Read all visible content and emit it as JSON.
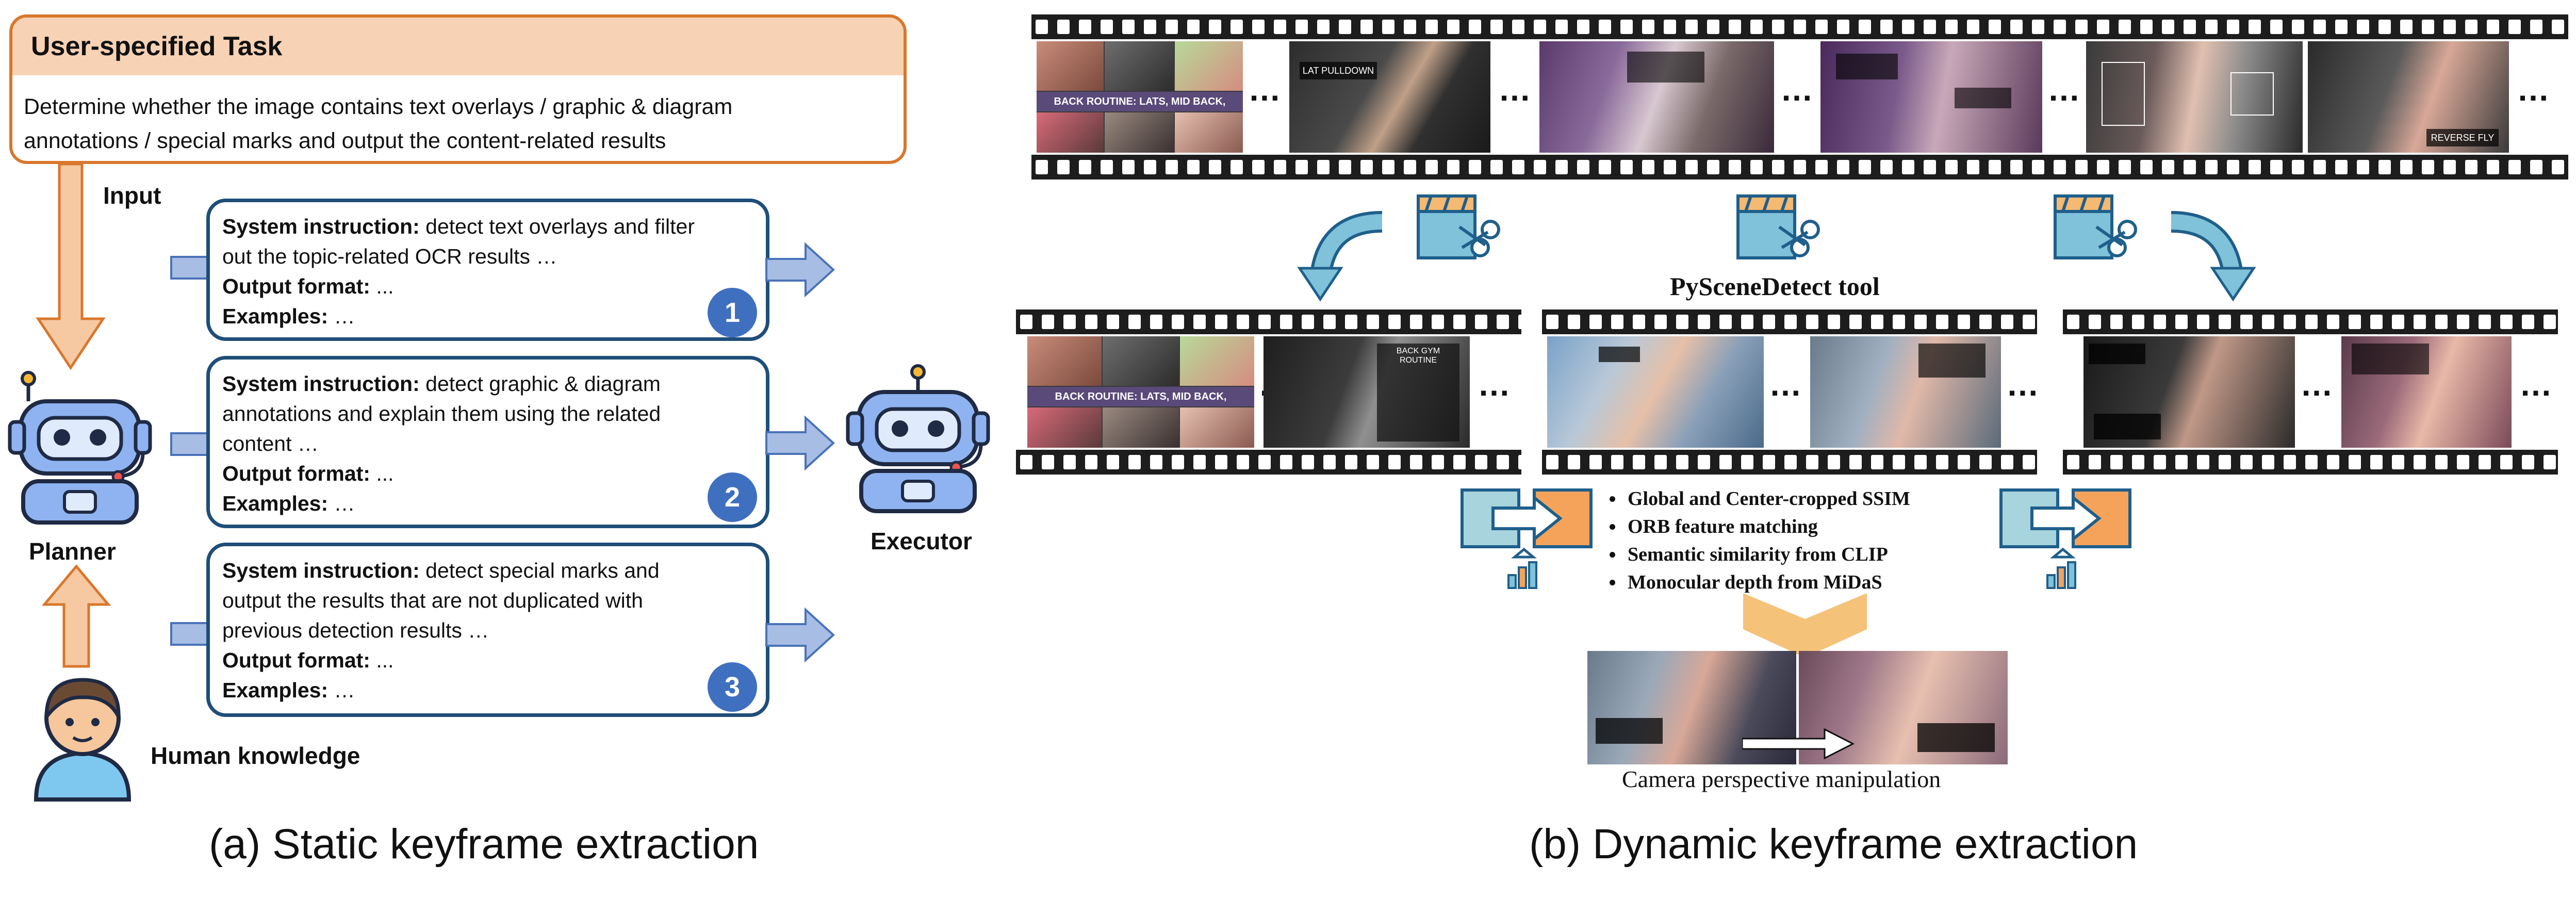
{
  "static_panel": {
    "task_title": "User-specified Task",
    "task_line1": "Determine whether the image contains text overlays / graphic & diagram",
    "task_line2": "annotations / special marks and output the content-related results",
    "input_label": "Input",
    "planner_label": "Planner",
    "executor_label": "Executor",
    "human_label": "Human knowledge",
    "instructions": [
      {
        "prefix": "System instruction:",
        "line1": "detect text overlays and filter",
        "line2": "out the topic-related OCR results …",
        "output_label": "Output format:",
        "output_value": "...",
        "examples_label": "Examples:",
        "examples_value": "…",
        "number": "1"
      },
      {
        "prefix": "System instruction:",
        "line1": "detect graphic & diagram",
        "line2": "annotations and explain them using the related",
        "line3": "content …",
        "output_label": "Output format:",
        "output_value": "...",
        "examples_label": "Examples:",
        "examples_value": "…",
        "number": "2"
      },
      {
        "prefix": "System instruction:",
        "line1": "detect special marks and",
        "line2": "output the results that are not duplicated with",
        "line3": "previous detection results …",
        "output_label": "Output format:",
        "output_value": "...",
        "examples_label": "Examples:",
        "examples_value": "…",
        "number": "3"
      }
    ],
    "caption": "(a) Static keyframe extraction"
  },
  "dynamic_panel": {
    "ellipsis": "…",
    "frames_top": {
      "f1_caption": "BACK ROUTINE: LATS, MID BACK,",
      "f2_caption": "LAT PULLDOWN",
      "f3_caption": "",
      "f4_caption": "",
      "f5_caption": "REVERSE FLY"
    },
    "frames_mid": {
      "f1_caption": "BACK ROUTINE: LATS, MID BACK,",
      "f2_caption": "BACK GYM ROUTINE"
    },
    "tool_label": "PySceneDetect tool",
    "metrics": [
      "Global and Center-cropped SSIM",
      "ORB feature matching",
      "Semantic similarity from CLIP",
      "Monocular depth from MiDaS"
    ],
    "manipulation_label": "Camera perspective manipulation",
    "caption": "(b) Dynamic keyframe extraction"
  },
  "colors": {
    "task_border": "#d9772c",
    "task_header": "#f8d2b5",
    "instr_border": "#1f4e79",
    "num_badge": "#3f6fbf",
    "arrow_blue": "#a7bde4",
    "arrow_orange": "#f7c9a3",
    "film": "#1d1d1d",
    "chevron": "#f5c27a"
  }
}
